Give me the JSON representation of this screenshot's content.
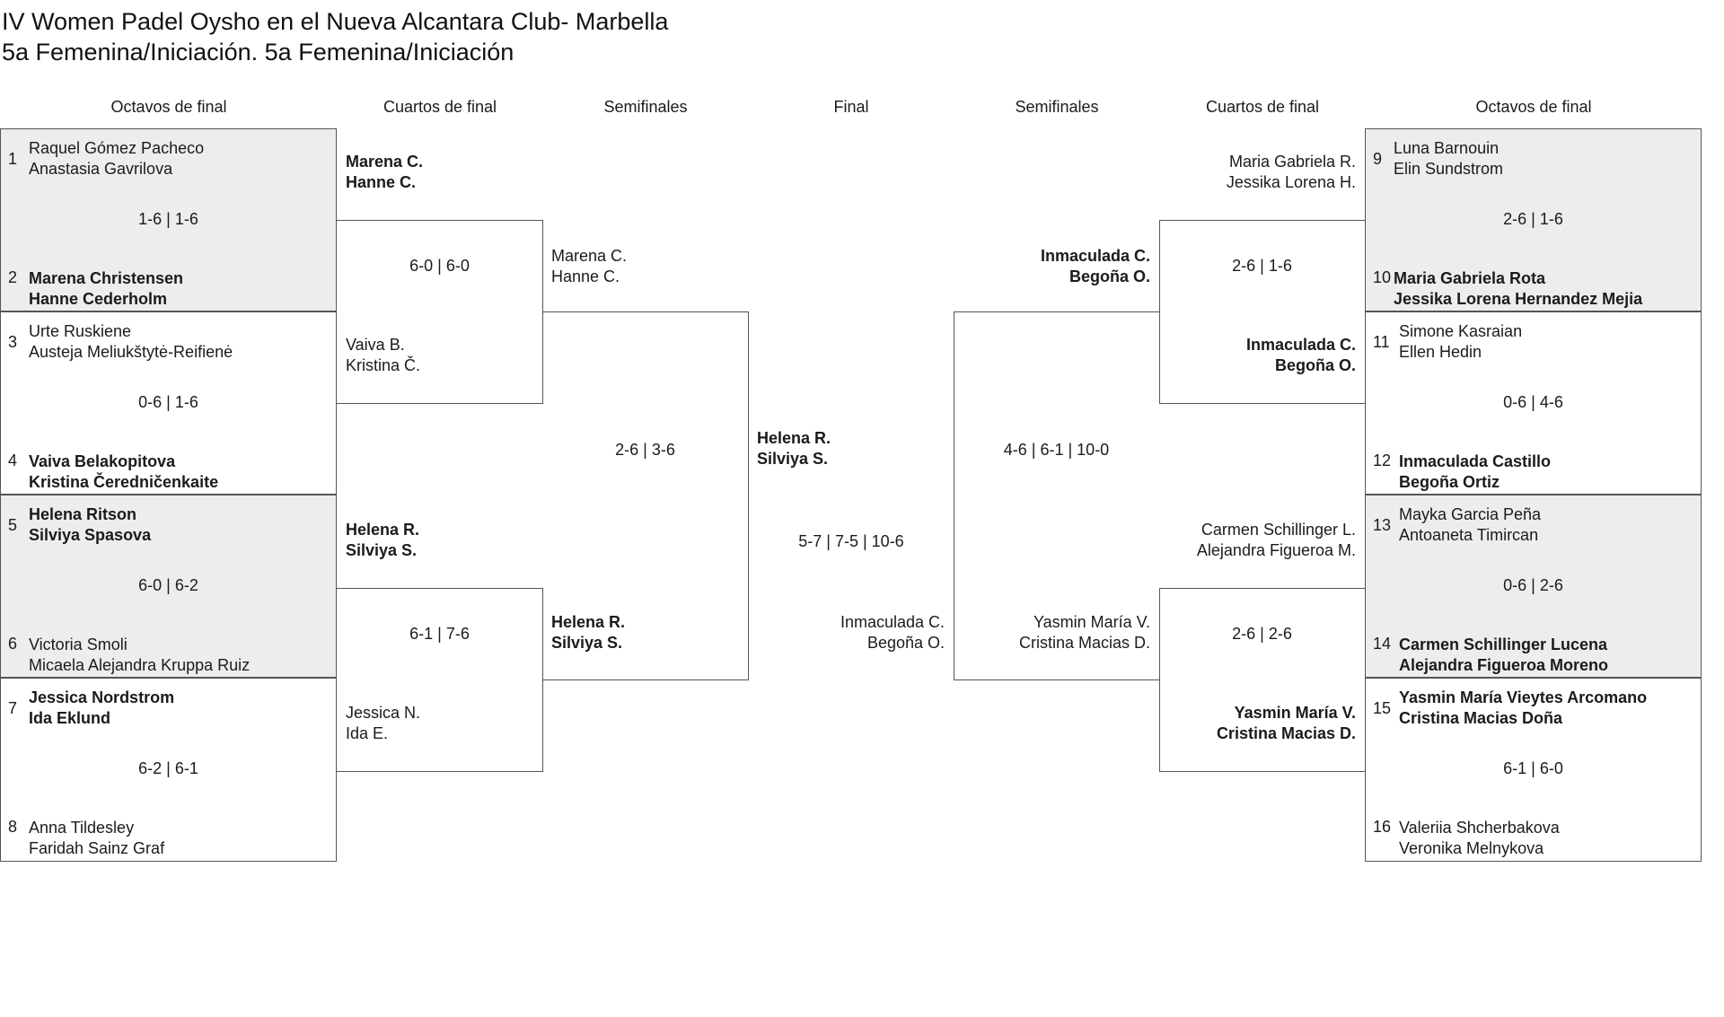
{
  "header": {
    "title": "IV Women Padel Oysho en el Nueva Alcantara Club- Marbella",
    "subtitle": "5a Femenina/Iniciación. 5a Femenina/Iniciación"
  },
  "rounds": [
    "Octavos de final",
    "Cuartos de final",
    "Semifinales",
    "Final",
    "Semifinales",
    "Cuartos de final",
    "Octavos de final"
  ],
  "octavos_left": [
    {
      "top": {
        "seed": "1",
        "p1": "Raquel Gómez Pacheco",
        "p2": "Anastasia Gavrilova",
        "winner": false
      },
      "bottom": {
        "seed": "2",
        "p1": "Marena Christensen",
        "p2": "Hanne Cederholm",
        "winner": true
      },
      "score": "1-6 | 1-6",
      "shaded": true
    },
    {
      "top": {
        "seed": "3",
        "p1": "Urte Ruskiene",
        "p2": "Austeja Meliukštytė-Reifienė",
        "winner": false
      },
      "bottom": {
        "seed": "4",
        "p1": "Vaiva Belakopitova",
        "p2": "Kristina Čeredničenkaite",
        "winner": true
      },
      "score": "0-6 | 1-6",
      "shaded": false
    },
    {
      "top": {
        "seed": "5",
        "p1": "Helena Ritson",
        "p2": "Silviya Spasova",
        "winner": true
      },
      "bottom": {
        "seed": "6",
        "p1": "Victoria Smoli",
        "p2": "Micaela Alejandra Kruppa Ruiz",
        "winner": false
      },
      "score": "6-0 | 6-2",
      "shaded": true
    },
    {
      "top": {
        "seed": "7",
        "p1": "Jessica Nordstrom",
        "p2": "Ida Eklund",
        "winner": true
      },
      "bottom": {
        "seed": "8",
        "p1": "Anna Tildesley",
        "p2": "Faridah Sainz Graf",
        "winner": false
      },
      "score": "6-2 | 6-1",
      "shaded": false
    }
  ],
  "cuartos_left": [
    {
      "top": {
        "p1": "Marena C.",
        "p2": "Hanne C.",
        "winner": true
      },
      "bottom": {
        "p1": "Vaiva B.",
        "p2": "Kristina Č.",
        "winner": false
      },
      "score": "6-0 | 6-0"
    },
    {
      "top": {
        "p1": "Helena R.",
        "p2": "Silviya S.",
        "winner": true
      },
      "bottom": {
        "p1": "Jessica N.",
        "p2": "Ida E.",
        "winner": false
      },
      "score": "6-1 | 7-6"
    }
  ],
  "semis_left": {
    "top": {
      "p1": "Marena C.",
      "p2": "Hanne C.",
      "winner": false
    },
    "bottom": {
      "p1": "Helena R.",
      "p2": "Silviya S.",
      "winner": true
    },
    "score": "2-6 | 3-6"
  },
  "final": {
    "top": {
      "p1": "Helena R.",
      "p2": "Silviya S.",
      "winner": true
    },
    "bottom": {
      "p1": "Inmaculada C.",
      "p2": "Begoña O.",
      "winner": false
    },
    "score": "5-7 | 7-5 | 10-6"
  },
  "semis_right": {
    "top": {
      "p1": "Inmaculada C.",
      "p2": "Begoña O.",
      "winner": true
    },
    "bottom": {
      "p1": "Yasmin María V.",
      "p2": "Cristina Macias D.",
      "winner": false
    },
    "score": "4-6 | 6-1 | 10-0"
  },
  "cuartos_right": [
    {
      "top": {
        "p1": "Maria Gabriela R.",
        "p2": "Jessika Lorena H.",
        "winner": false
      },
      "bottom": {
        "p1": "Inmaculada C.",
        "p2": "Begoña O.",
        "winner": true
      },
      "score": "2-6 | 1-6"
    },
    {
      "top": {
        "p1": "Carmen Schillinger L.",
        "p2": "Alejandra Figueroa M.",
        "winner": false
      },
      "bottom": {
        "p1": "Yasmin María V.",
        "p2": "Cristina Macias D.",
        "winner": true
      },
      "score": "2-6 | 2-6"
    }
  ],
  "octavos_right": [
    {
      "top": {
        "seed": "9",
        "p1": "Luna Barnouin",
        "p2": "Elin Sundstrom",
        "winner": false
      },
      "bottom": {
        "seed": "10",
        "p1": "Maria Gabriela Rota",
        "p2": "Jessika Lorena Hernandez Mejia",
        "winner": true
      },
      "score": "2-6 | 1-6",
      "shaded": true
    },
    {
      "top": {
        "seed": "11",
        "p1": "Simone Kasraian",
        "p2": "Ellen Hedin",
        "winner": false
      },
      "bottom": {
        "seed": "12",
        "p1": "Inmaculada Castillo",
        "p2": "Begoña Ortiz",
        "winner": true
      },
      "score": "0-6 | 4-6",
      "shaded": false
    },
    {
      "top": {
        "seed": "13",
        "p1": "Mayka Garcia Peña",
        "p2": "Antoaneta Timircan",
        "winner": false
      },
      "bottom": {
        "seed": "14",
        "p1": "Carmen Schillinger Lucena",
        "p2": "Alejandra Figueroa Moreno",
        "winner": true
      },
      "score": "0-6 | 2-6",
      "shaded": true
    },
    {
      "top": {
        "seed": "15",
        "p1": "Yasmin María Vieytes Arcomano",
        "p2": "Cristina Macias Doña",
        "winner": true
      },
      "bottom": {
        "seed": "16",
        "p1": "Valeriia Shcherbakova",
        "p2": "Veronika Melnykova",
        "winner": false
      },
      "score": "6-1 | 6-0",
      "shaded": false
    }
  ]
}
